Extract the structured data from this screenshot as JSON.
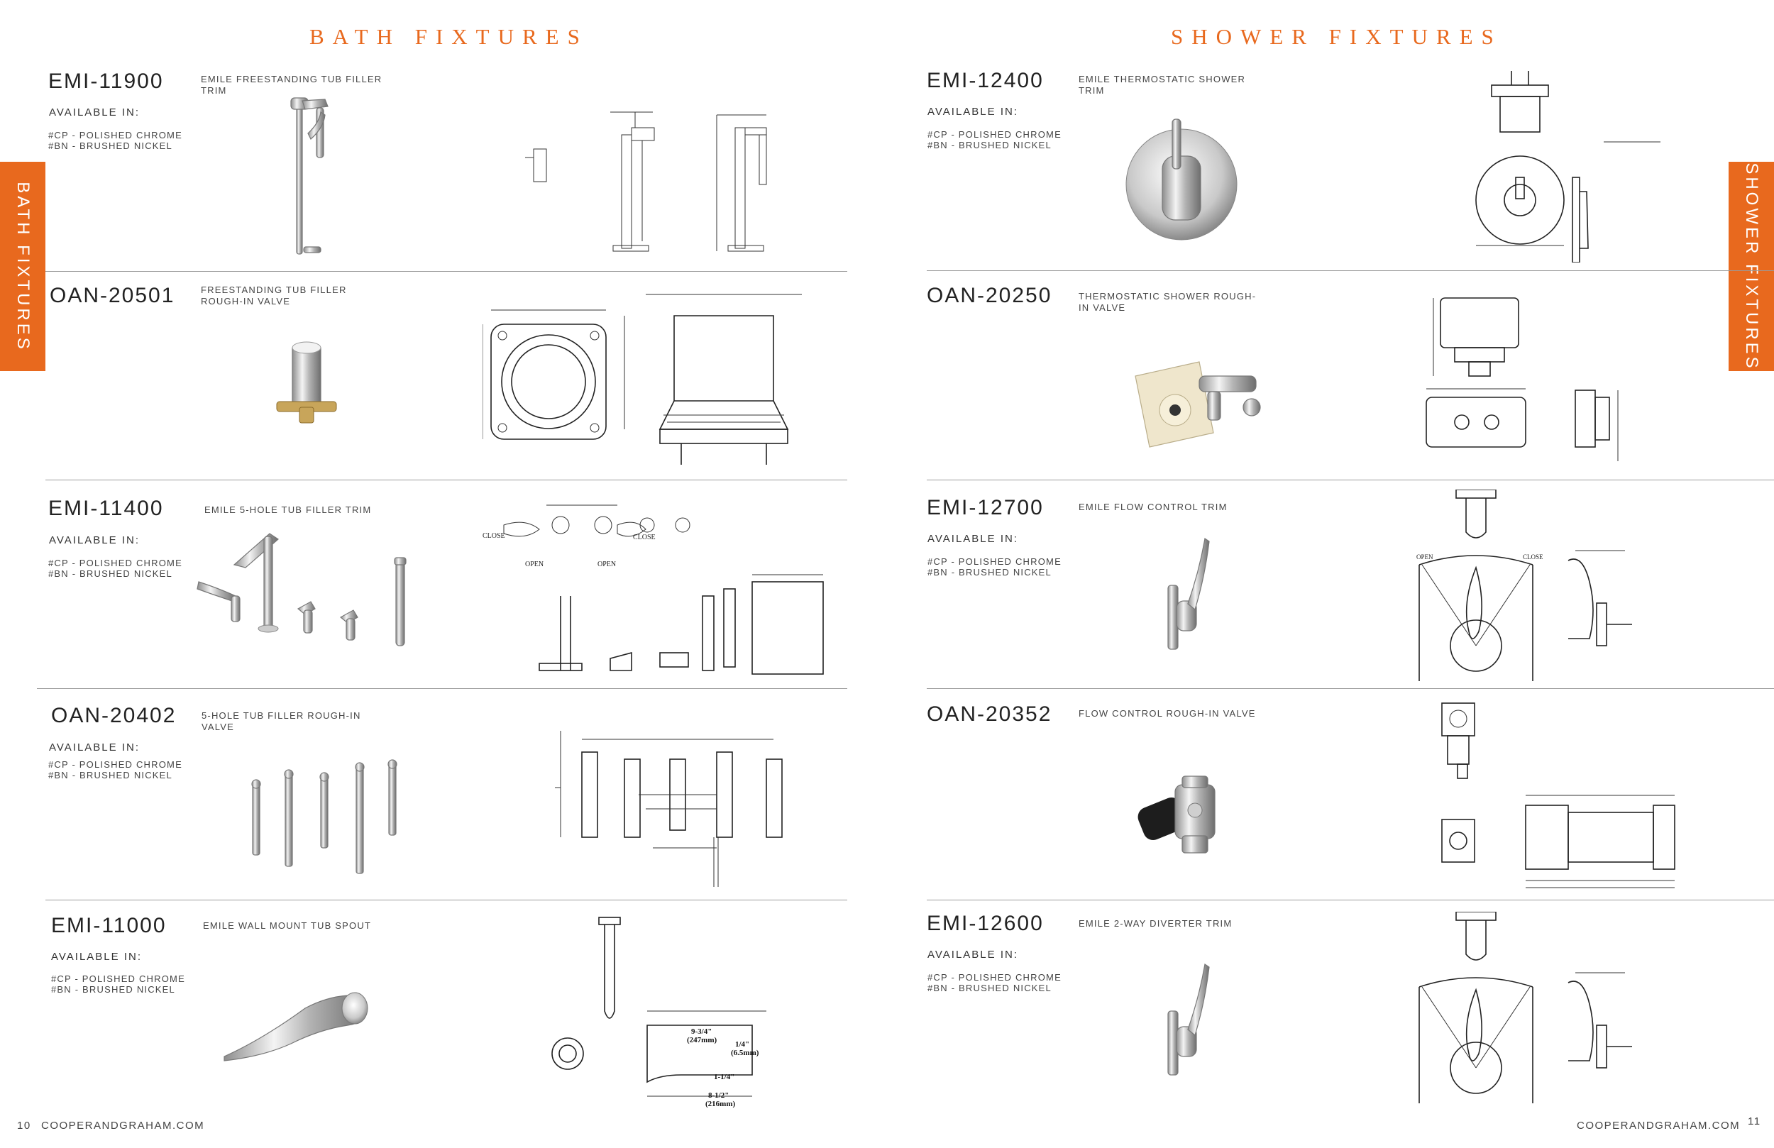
{
  "left_page": {
    "title": "BATH FIXTURES",
    "side_tab": "BATH FIXTURES",
    "page_number": "10",
    "site": "COOPERANDGRAHAM.COM",
    "products": [
      {
        "code": "EMI-11900",
        "desc": "EMILE FREESTANDING TUB FILLER TRIM",
        "available": "AVAILABLE IN:",
        "finishes": [
          "#CP - POLISHED CHROME",
          "#BN - BRUSHED NICKEL"
        ]
      },
      {
        "code": "OAN-20501",
        "desc": "FREESTANDING TUB FILLER ROUGH-IN VALVE"
      },
      {
        "code": "EMI-11400",
        "desc": "EMILE 5-HOLE TUB FILLER TRIM",
        "available": "AVAILABLE IN:",
        "finishes": [
          "#CP - POLISHED CHROME",
          "#BN - BRUSHED NICKEL"
        ]
      },
      {
        "code": "OAN-20402",
        "desc": "5-HOLE TUB FILLER ROUGH-IN VALVE",
        "available": "AVAILABLE IN:",
        "finishes": [
          "#CP - POLISHED CHROME",
          "#BN - BRUSHED NICKEL"
        ]
      },
      {
        "code": "EMI-11000",
        "desc": "EMILE WALL MOUNT TUB SPOUT",
        "available": "AVAILABLE IN:",
        "finishes": [
          "#CP - POLISHED CHROME",
          "#BN - BRUSHED NICKEL"
        ]
      }
    ]
  },
  "right_page": {
    "title": "SHOWER FIXTURES",
    "side_tab": "SHOWER FIXTURES",
    "page_number": "11",
    "site": "COOPERANDGRAHAM.COM",
    "products": [
      {
        "code": "EMI-12400",
        "desc": "EMILE THERMOSTATIC SHOWER TRIM",
        "available": "AVAILABLE IN:",
        "finishes": [
          "#CP - POLISHED CHROME",
          "#BN - BRUSHED NICKEL"
        ]
      },
      {
        "code": "OAN-20250",
        "desc": "THERMOSTATIC SHOWER ROUGH-IN VALVE"
      },
      {
        "code": "EMI-12700",
        "desc": "EMILE FLOW CONTROL TRIM",
        "available": "AVAILABLE IN:",
        "finishes": [
          "#CP - POLISHED CHROME",
          "#BN - BRUSHED NICKEL"
        ]
      },
      {
        "code": "OAN-20352",
        "desc": "FLOW CONTROL ROUGH-IN VALVE"
      },
      {
        "code": "EMI-12600",
        "desc": "EMILE 2-WAY DIVERTER TRIM",
        "available": "AVAILABLE IN:",
        "finishes": [
          "#CP - POLISHED CHROME",
          "#BN - BRUSHED NICKEL"
        ]
      }
    ]
  },
  "drawing_labels": {
    "close": "CLOSE",
    "open": "OPEN",
    "dim_9_3_4": "9-3/4\"",
    "dim_247mm": "(247mm)",
    "dim_1_4": "1/4\"",
    "dim_6_5mm": "(6.5mm)",
    "dim_1_1_4": "1-1/4\"",
    "dim_8_1_2": "8-1/2\"",
    "dim_216mm": "(216mm)"
  },
  "colors": {
    "accent": "#e8691e",
    "rule": "#9a9a9a"
  }
}
